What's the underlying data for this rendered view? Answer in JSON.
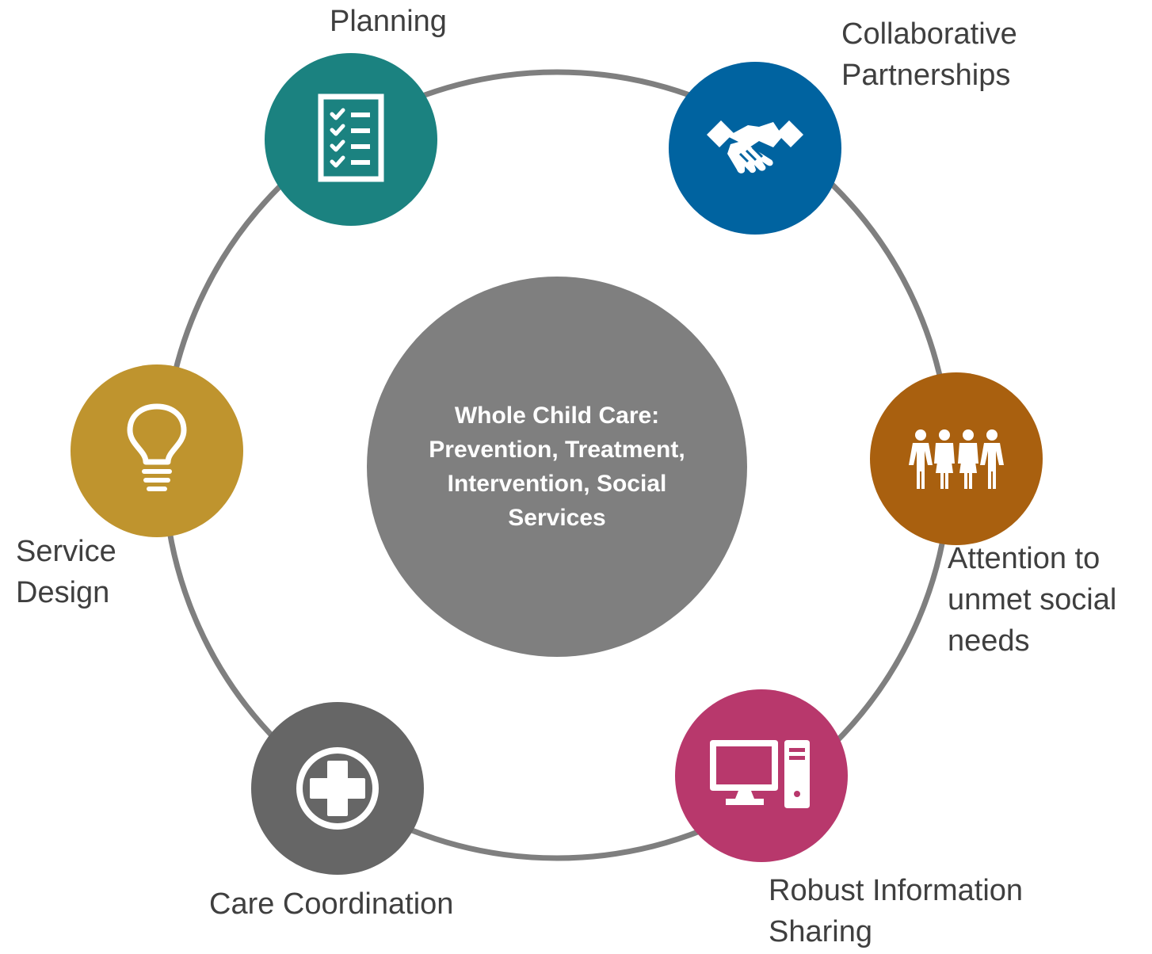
{
  "center": {
    "text": "Whole Child Care: Prevention, Treatment, Intervention, Social Services"
  },
  "nodes": [
    {
      "id": "planning",
      "label_lines": [
        "Planning"
      ],
      "color": "#1b8280",
      "icon": "checklist-icon"
    },
    {
      "id": "collaborative-partnerships",
      "label_lines": [
        "Collaborative",
        "Partnerships"
      ],
      "color": "#0063a0",
      "icon": "handshake-icon"
    },
    {
      "id": "attention-to-unmet-social-needs",
      "label_lines": [
        "Attention to",
        "unmet social",
        "needs"
      ],
      "color": "#a9600f",
      "icon": "people-group-icon"
    },
    {
      "id": "robust-information-sharing",
      "label_lines": [
        "Robust Information",
        "Sharing"
      ],
      "color": "#b8386c",
      "icon": "computer-icon"
    },
    {
      "id": "care-coordination",
      "label_lines": [
        "Care Coordination"
      ],
      "color": "#666666",
      "icon": "medical-cross-icon"
    },
    {
      "id": "service-design",
      "label_lines": [
        "Service",
        "Design"
      ],
      "color": "#bf942e",
      "icon": "lightbulb-icon"
    }
  ],
  "ring": {
    "color": "#7f7f7f"
  }
}
